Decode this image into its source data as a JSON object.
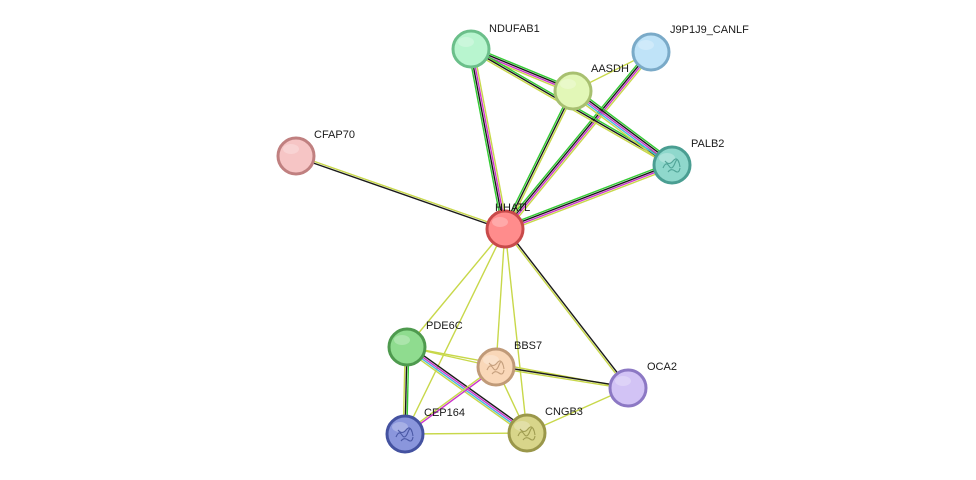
{
  "network": {
    "nodes": [
      {
        "id": "HHATL",
        "label": "HHATL",
        "color": "#ff8c8c",
        "stroke": "#c84a4a",
        "icon": "none"
      },
      {
        "id": "NDUFAB1",
        "label": "NDUFAB1",
        "color": "#b8f5cf",
        "stroke": "#6bbf8a",
        "icon": "none"
      },
      {
        "id": "J9P1J9_CANLF",
        "label": "J9P1J9_CANLF",
        "color": "#bfe3f8",
        "stroke": "#7aaac8",
        "icon": "none"
      },
      {
        "id": "AASDH",
        "label": "AASDH",
        "color": "#e2f7b7",
        "stroke": "#a8c070",
        "icon": "none"
      },
      {
        "id": "PALB2",
        "label": "PALB2",
        "color": "#8fd8cc",
        "stroke": "#4a9e92",
        "icon": "protein-structure-icon"
      },
      {
        "id": "CFAP70",
        "label": "CFAP70",
        "color": "#f6c5c5",
        "stroke": "#c08080",
        "icon": "none"
      },
      {
        "id": "PDE6C",
        "label": "PDE6C",
        "color": "#8fdc8f",
        "stroke": "#4e9a4e",
        "icon": "none"
      },
      {
        "id": "BBS7",
        "label": "BBS7",
        "color": "#f9d7b8",
        "stroke": "#c09a78",
        "icon": "protein-structure-icon"
      },
      {
        "id": "OCA2",
        "label": "OCA2",
        "color": "#d2c3f5",
        "stroke": "#8c78c4",
        "icon": "none"
      },
      {
        "id": "CEP164",
        "label": "CEP164",
        "color": "#8a96dc",
        "stroke": "#4452a0",
        "icon": "protein-structure-icon"
      },
      {
        "id": "CNGB3",
        "label": "CNGB3",
        "color": "#d8d58a",
        "stroke": "#9a974a",
        "icon": "protein-structure-icon"
      }
    ],
    "edges": [
      {
        "source": "HHATL",
        "target": "NDUFAB1",
        "evidence": [
          "#33cc33",
          "#1a1a1a",
          "#cc33cc",
          "#c8d84a"
        ]
      },
      {
        "source": "HHATL",
        "target": "J9P1J9_CANLF",
        "evidence": [
          "#33cc33",
          "#1a1a1a",
          "#cc33cc",
          "#c8d84a"
        ]
      },
      {
        "source": "HHATL",
        "target": "AASDH",
        "evidence": [
          "#33cc33",
          "#1a1a1a",
          "#c8d84a"
        ]
      },
      {
        "source": "HHATL",
        "target": "PALB2",
        "evidence": [
          "#33cc33",
          "#1a1a1a",
          "#cc33cc",
          "#c8d84a"
        ]
      },
      {
        "source": "HHATL",
        "target": "CFAP70",
        "evidence": [
          "#1a1a1a",
          "#c8d84a"
        ]
      },
      {
        "source": "HHATL",
        "target": "PDE6C",
        "evidence": [
          "#c8d84a"
        ]
      },
      {
        "source": "HHATL",
        "target": "BBS7",
        "evidence": [
          "#c8d84a"
        ]
      },
      {
        "source": "HHATL",
        "target": "CNGB3",
        "evidence": [
          "#c8d84a"
        ]
      },
      {
        "source": "HHATL",
        "target": "CEP164",
        "evidence": [
          "#c8d84a"
        ]
      },
      {
        "source": "HHATL",
        "target": "OCA2",
        "evidence": [
          "#1a1a1a",
          "#c8d84a"
        ]
      },
      {
        "source": "NDUFAB1",
        "target": "AASDH",
        "evidence": [
          "#33cc33",
          "#1a1a1a",
          "#cc33cc",
          "#c8d84a"
        ]
      },
      {
        "source": "NDUFAB1",
        "target": "PALB2",
        "evidence": [
          "#33cc33",
          "#1a1a1a",
          "#c8d84a"
        ]
      },
      {
        "source": "AASDH",
        "target": "PALB2",
        "evidence": [
          "#33cc33",
          "#1a1a1a",
          "#cc33cc",
          "#4ab8e0",
          "#c8d84a"
        ]
      },
      {
        "source": "AASDH",
        "target": "J9P1J9_CANLF",
        "evidence": [
          "#c8d84a"
        ]
      },
      {
        "source": "PDE6C",
        "target": "CEP164",
        "evidence": [
          "#33cc33",
          "#1a1a1a",
          "#c8d84a"
        ]
      },
      {
        "source": "PDE6C",
        "target": "CNGB3",
        "evidence": [
          "#1a1a1a",
          "#cc33cc",
          "#4ab8e0",
          "#c8d84a"
        ]
      },
      {
        "source": "PDE6C",
        "target": "BBS7",
        "evidence": [
          "#c8d84a"
        ]
      },
      {
        "source": "PDE6C",
        "target": "OCA2",
        "evidence": [
          "#c8d84a"
        ]
      },
      {
        "source": "BBS7",
        "target": "CEP164",
        "evidence": [
          "#cc33cc",
          "#c8d84a"
        ]
      },
      {
        "source": "BBS7",
        "target": "CNGB3",
        "evidence": [
          "#c8d84a"
        ]
      },
      {
        "source": "BBS7",
        "target": "OCA2",
        "evidence": [
          "#1a1a1a",
          "#c8d84a"
        ]
      },
      {
        "source": "CEP164",
        "target": "CNGB3",
        "evidence": [
          "#c8d84a"
        ]
      },
      {
        "source": "CNGB3",
        "target": "OCA2",
        "evidence": [
          "#c8d84a"
        ]
      }
    ]
  }
}
